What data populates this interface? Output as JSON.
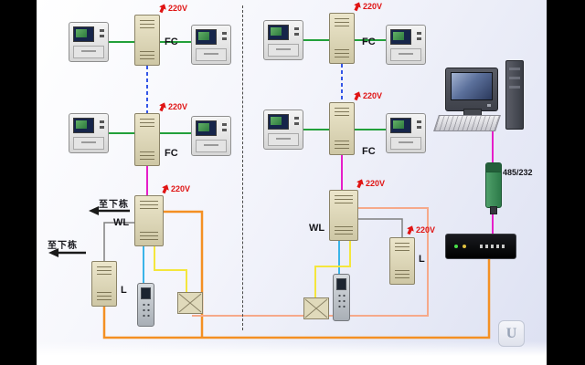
{
  "diagram": {
    "labels": {
      "power": "220V",
      "floor_controller": "FC",
      "riser_controller": "WL",
      "line_unit": "L",
      "to_next_building": "至下栋",
      "converter": "485/232",
      "logo": "U"
    },
    "colors": {
      "wire_green": "#22a03a",
      "wire_magenta": "#e61ec8",
      "wire_blue": "#3355e6",
      "wire_cyan": "#3ab4e8",
      "wire_yellow": "#f4e63c",
      "wire_orange": "#f49023",
      "wire_salmon": "#f6a98a",
      "wire_gray": "#808080",
      "power_red": "#e01414",
      "arrow_black": "#1a1a1a"
    }
  }
}
